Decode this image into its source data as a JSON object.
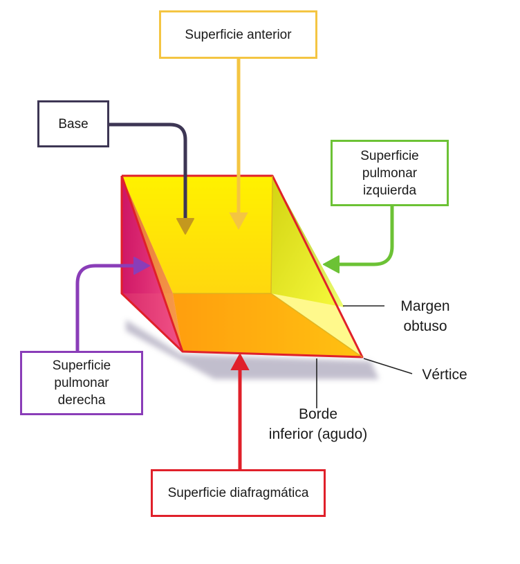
{
  "labels": {
    "superficie_anterior": "Superficie anterior",
    "base": "Base",
    "superficie_pulmonar_izquierda": "Superficie\npulmonar\nizquierda",
    "superficie_pulmonar_derecha": "Superficie\npulmonar\nderecha",
    "superficie_diafragmatica": "Superficie diafragmática",
    "margen_obtuso": "Margen\nobtuso",
    "vertice": "Vértice",
    "borde_inferior": "Borde\ninferior (agudo)"
  },
  "colors": {
    "anterior": "#f4c542",
    "base": "#3d3654",
    "izquierda": "#6cc235",
    "derecha": "#8a3db8",
    "diafragmatica": "#e0202a",
    "front_face": "#fff200",
    "left_face": "#9b30c8",
    "right_face": "#c8e040",
    "bottom_face": "#ff7a10",
    "shadow": "#b9b5c6",
    "edge": "#e0202a"
  }
}
